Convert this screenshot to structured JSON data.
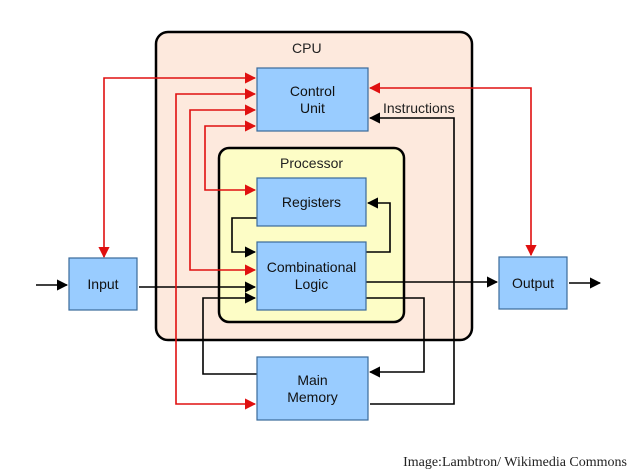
{
  "diagram": {
    "cpu_label": "CPU",
    "processor_label": "Processor",
    "control_unit": "Control\nUnit",
    "registers": "Registers",
    "combinational_logic": "Combinational\nLogic",
    "input": "Input",
    "output": "Output",
    "main_memory": "Main\nMemory",
    "instructions_label": "Instructions"
  },
  "credit": "Image:Lambtron/ Wikimedia Commons",
  "colors": {
    "cpu_fill": "#fde9dd",
    "processor_fill": "#fdfdc6",
    "block_fill": "#99ccff",
    "block_stroke": "#3a6a9a",
    "control_arrow": "#e01010",
    "data_arrow": "#000000"
  }
}
